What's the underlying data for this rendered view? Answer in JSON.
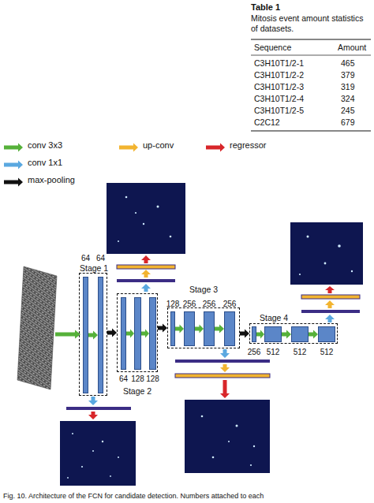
{
  "diagram": {
    "title": "Table 1",
    "caption": "Fig. 10. Architecture of the FCN for candidate detection. Numbers attached to each",
    "nodes": [
      {
        "text": [
          "Stage 1"
        ]
      },
      {
        "text": [
          "64"
        ],
        "in": 0
      },
      {
        "text": [
          "64"
        ],
        "in": 0
      },
      {
        "text": [
          "Stage 2"
        ]
      },
      {
        "text": [
          "64"
        ],
        "in": 3
      },
      {
        "text": [
          "128"
        ],
        "in": 3
      },
      {
        "text": [
          "128"
        ],
        "in": 3
      },
      {
        "text": [
          "Stage 3"
        ]
      },
      {
        "text": [
          "128"
        ],
        "in": 7
      },
      {
        "text": [
          "256"
        ],
        "in": 7
      },
      {
        "text": [
          "256"
        ],
        "in": 7
      },
      {
        "text": [
          "256"
        ],
        "in": 7
      },
      {
        "text": [
          "Stage 4"
        ]
      },
      {
        "text": [
          "256"
        ],
        "in": 12
      },
      {
        "text": [
          "512"
        ],
        "in": 12
      },
      {
        "text": [
          "512"
        ],
        "in": 12
      },
      {
        "text": [
          "512"
        ],
        "in": 12
      }
    ],
    "edges": [
      {
        "from": 1,
        "to": 2,
        "arrow": "to"
      },
      {
        "from": 0,
        "to": 3,
        "arrow": "to"
      },
      {
        "from": 4,
        "to": 5,
        "arrow": "to"
      },
      {
        "from": 5,
        "to": 6,
        "arrow": "to"
      },
      {
        "from": 3,
        "to": 7,
        "arrow": "to"
      },
      {
        "from": 8,
        "to": 9,
        "arrow": "to"
      },
      {
        "from": 9,
        "to": 10,
        "arrow": "to"
      },
      {
        "from": 10,
        "to": 11,
        "arrow": "to"
      },
      {
        "from": 7,
        "to": 12,
        "arrow": "to"
      },
      {
        "from": 13,
        "to": 14,
        "arrow": "to"
      },
      {
        "from": 14,
        "to": 15,
        "arrow": "to"
      },
      {
        "from": 15,
        "to": 16,
        "arrow": "to"
      }
    ],
    "labels": [
      "Mitosis event amount statistics of datasets.",
      "Sequence",
      "Amount",
      "C3H10T1/2-1",
      "465",
      "C3H10T1/2-2",
      "379",
      "C3H10T1/2-3",
      "319",
      "C3H10T1/2-4",
      "324",
      "C3H10T1/2-5",
      "245",
      "C2C12",
      "679"
    ],
    "legend": [
      {
        "text": "conv 3x3",
        "color": "#56b13a"
      },
      {
        "text": "up-conv",
        "color": "#f2b430"
      },
      {
        "text": "regressor",
        "color": "#d8262a"
      },
      {
        "text": "conv 1x1",
        "color": "#5aa8e0"
      },
      {
        "text": "max-pooling",
        "color": "#111111"
      }
    ]
  }
}
